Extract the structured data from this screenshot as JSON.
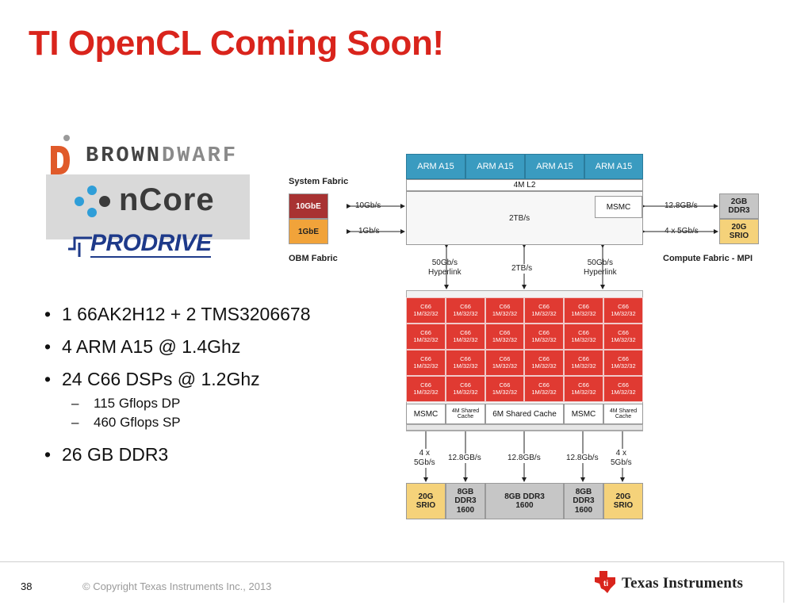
{
  "slide": {
    "title": "TI OpenCL Coming Soon!",
    "page_number": "38",
    "copyright": "© Copyright Texas Instruments Inc., 2013",
    "brand": "Texas Instruments"
  },
  "logos": {
    "browndwarf_part1": "BROWN",
    "browndwarf_part2": "DWARF",
    "ncore": "nCore",
    "prodrive": "PRODRIVE"
  },
  "bullets": [
    {
      "text": "1 66AK2H12 + 2 TMS3206678"
    },
    {
      "text": "4 ARM A15 @ 1.4Ghz"
    },
    {
      "text": "24 C66 DSPs @ 1.2Ghz",
      "subs": [
        "115 Gflops DP",
        "460 Gflops SP"
      ]
    },
    {
      "text": "26 GB DDR3"
    }
  ],
  "diagram": {
    "arm_cores": [
      "ARM A15",
      "ARM A15",
      "ARM A15",
      "ARM A15"
    ],
    "l2": "4M L2",
    "fabric_bw": "2TB/s",
    "msmc": "MSMC",
    "system_fabric": "System Fabric",
    "obm_fabric": "OBM Fabric",
    "compute_fabric": "Compute Fabric - MPI",
    "ge10": "10GbE",
    "ge1": "1GbE",
    "bw_10gbs": "10Gb/s",
    "bw_1gbs": "1Gb/s",
    "bw_128_right": "12.8GB/s",
    "bw_4x5_right": "4 x 5Gb/s",
    "ddr3_2gb_l1": "2GB",
    "ddr3_2gb_l2": "DDR3",
    "srio_20g_l1": "20G",
    "srio_20g_l2": "SRIO",
    "hyper_left_l1": "50Gb/s",
    "hyper_left_l2": "Hyperlink",
    "hyper_mid": "2TB/s",
    "hyper_right_l1": "50Gb/s",
    "hyper_right_l2": "Hyperlink",
    "core_name": "C66",
    "core_cache": "1M/32/32",
    "msmc_left": "MSMC",
    "shared_left_l1": "4M Shared",
    "shared_left_l2": "Cache",
    "shared_mid": "6M Shared Cache",
    "msmc_right": "MSMC",
    "shared_right_l1": "4M Shared",
    "shared_right_l2": "Cache",
    "bot_bw1_l1": "4 x",
    "bot_bw1_l2": "5Gb/s",
    "bot_bw2": "12.8GB/s",
    "bot_bw3": "12.8GB/s",
    "bot_bw4": "12.8Gb/s",
    "bot_bw5_l1": "4 x",
    "bot_bw5_l2": "5Gb/s",
    "mem_srio_l1": "20G",
    "mem_srio_l2": "SRIO",
    "mem_8gb_l1": "8GB",
    "mem_8gb_l2": "DDR3",
    "mem_8gb_l3": "1600",
    "mem_8gb_mid_l1": "8GB DDR3",
    "mem_8gb_mid_l2": "1600"
  }
}
